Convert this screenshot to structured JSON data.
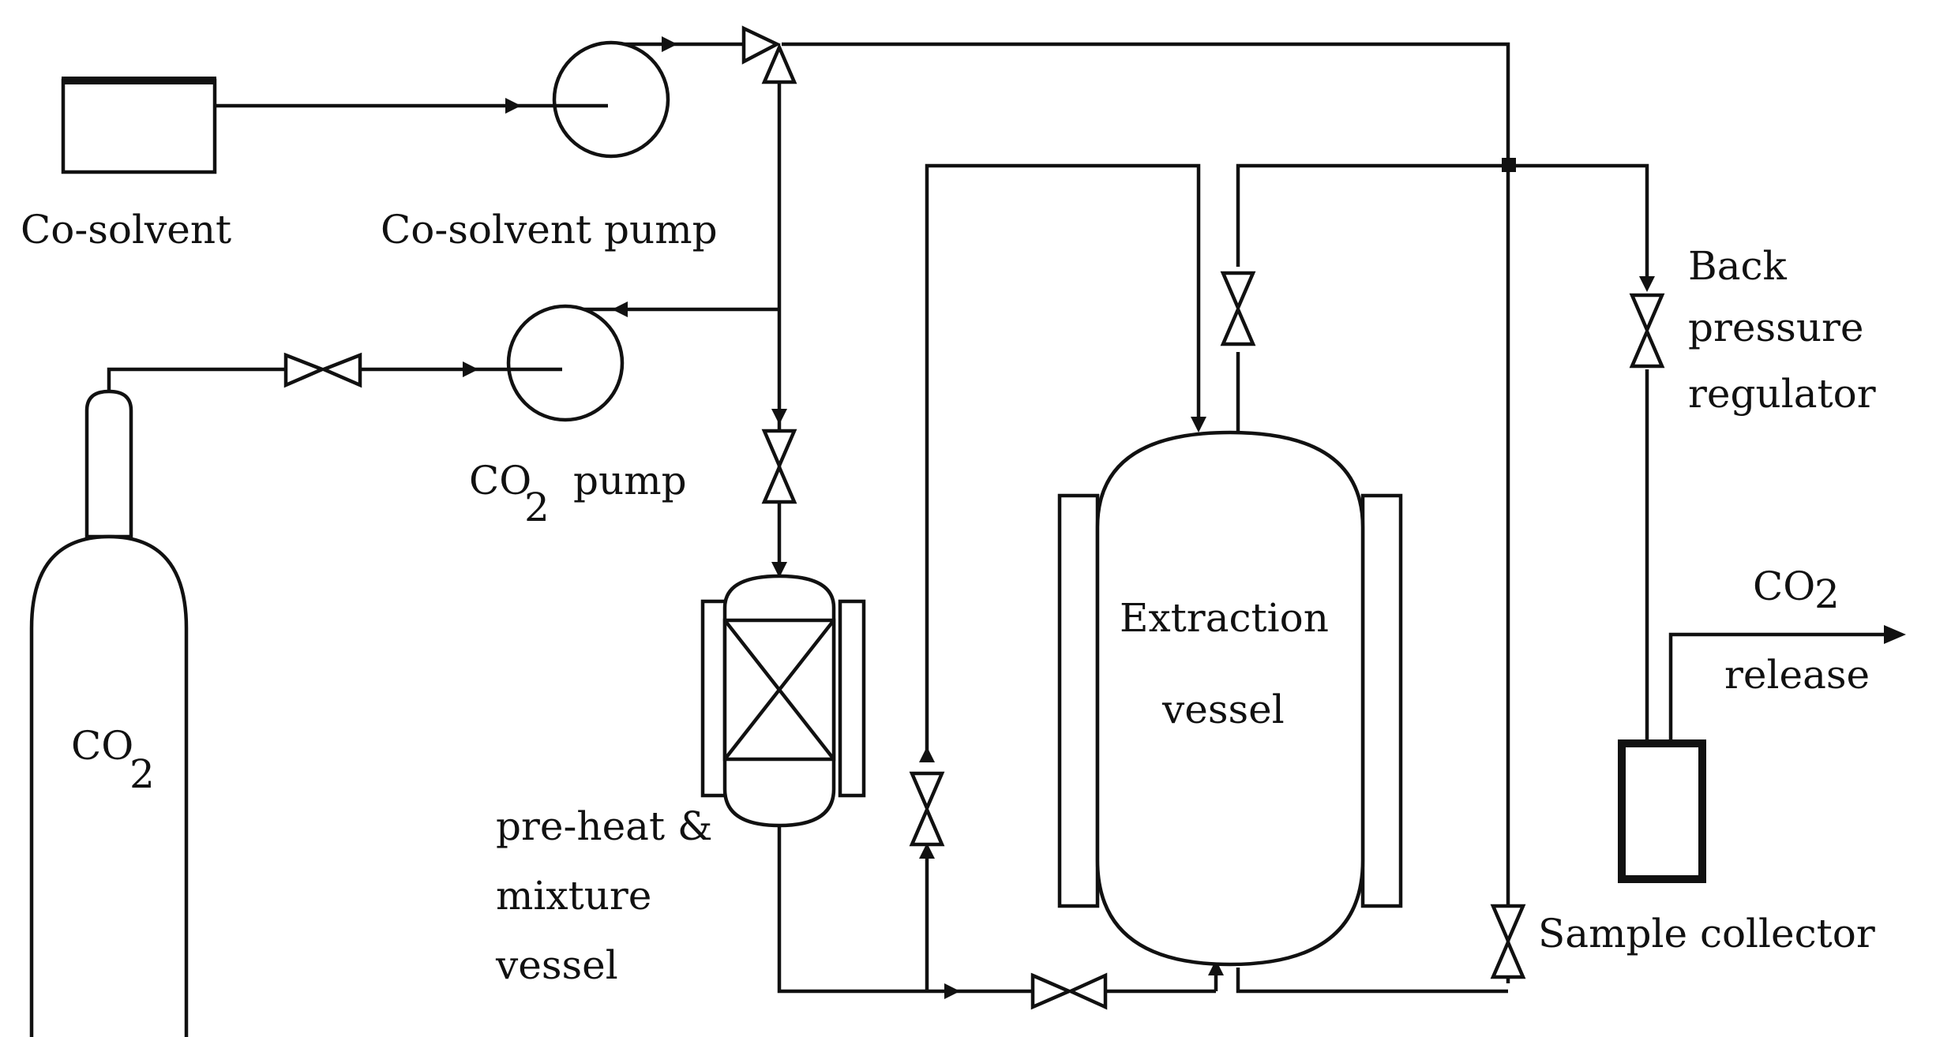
{
  "labels": {
    "co_solvent": "Co-solvent",
    "co_solvent_pump": "Co-solvent pump",
    "co2_pump_main": "CO",
    "co2_pump_sub": "2",
    "co2_pump_suffix": "pump",
    "co2_cylinder_main": "CO",
    "co2_cylinder_sub": "2",
    "preheat_line1": "pre-heat &",
    "preheat_line2": "mixture",
    "preheat_line3": "vessel",
    "extraction_line1": "Extraction",
    "extraction_line2": "vessel",
    "back_pressure_line1": "Back",
    "back_pressure_line2": "pressure",
    "back_pressure_line3": "regulator",
    "co2_release_main": "CO",
    "co2_release_sub": "2",
    "co2_release_line2": "release",
    "sample_collector": "Sample collector"
  }
}
